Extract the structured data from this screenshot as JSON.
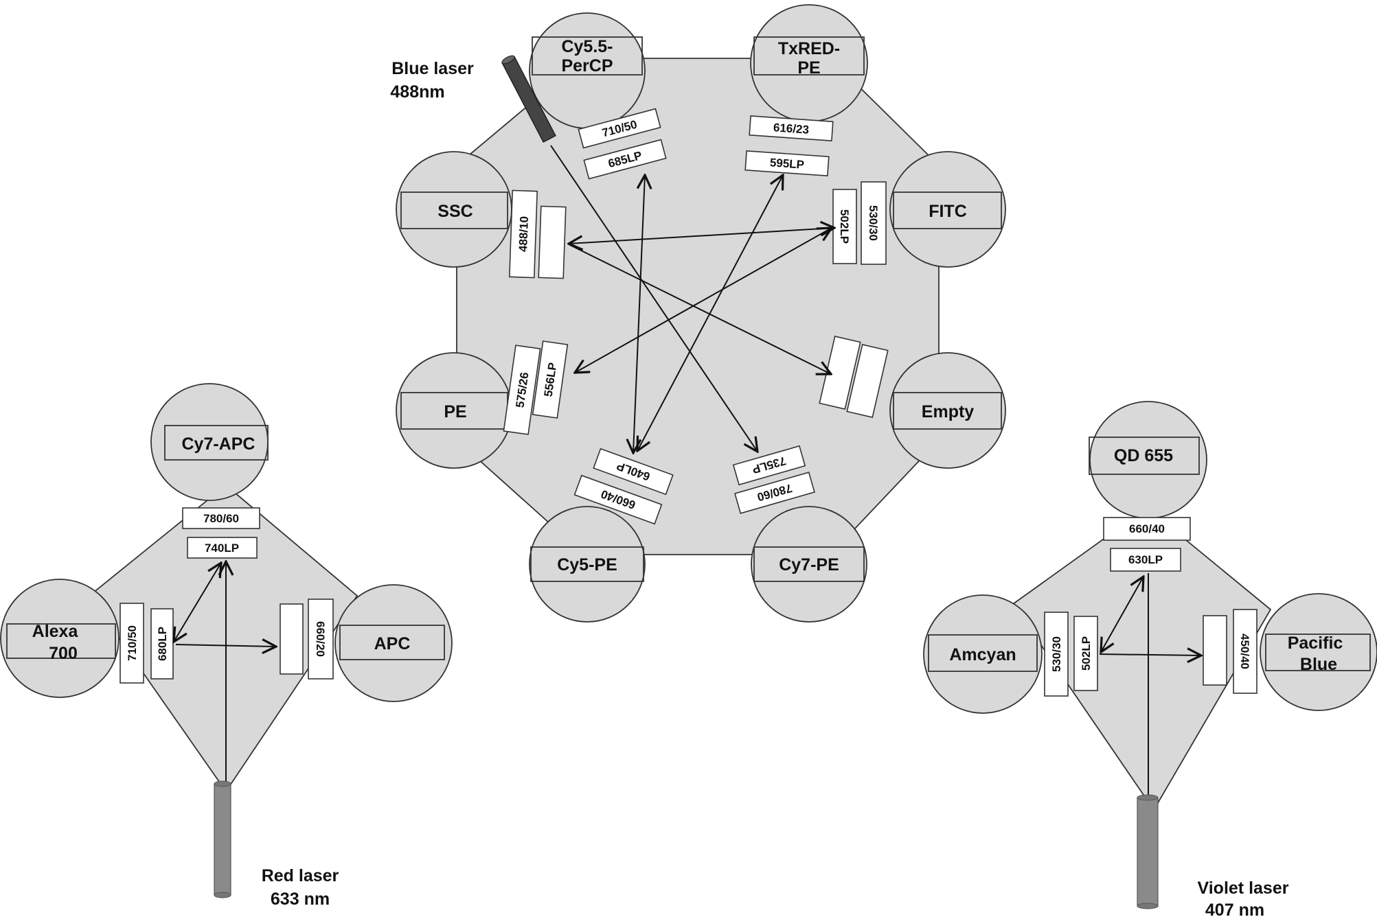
{
  "octagon_array": {
    "laser": {
      "name": "Blue laser",
      "wavelength": "488nm"
    },
    "detectors": [
      {
        "line1": "Cy5.5-",
        "line2": "PerCP"
      },
      {
        "line1": "TxRED-",
        "line2": "PE"
      },
      {
        "line1": "FITC",
        "line2": ""
      },
      {
        "line1": "Empty",
        "line2": ""
      },
      {
        "line1": "Cy7-PE",
        "line2": ""
      },
      {
        "line1": "Cy5-PE",
        "line2": ""
      },
      {
        "line1": "PE",
        "line2": ""
      },
      {
        "line1": "SSC",
        "line2": ""
      }
    ],
    "filters": {
      "percp_bp": "710/50",
      "percp_lp": "685LP",
      "txred_bp": "616/23",
      "txred_lp": "595LP",
      "fitc_lp": "502LP",
      "fitc_bp": "530/30",
      "ssc_bp": "488/10",
      "pe_bp": "575/26",
      "pe_lp": "556LP",
      "cy5pe_lp": "640LP",
      "cy5pe_bp": "660/40",
      "cy7pe_lp": "735LP",
      "cy7pe_bp": "780/60"
    }
  },
  "red_array": {
    "laser": {
      "name": "Red laser",
      "wavelength": "633 nm"
    },
    "detectors": [
      {
        "line1": "Cy7-APC",
        "line2": ""
      },
      {
        "line1": "Alexa",
        "line2": "700"
      },
      {
        "line1": "APC",
        "line2": ""
      }
    ],
    "filters": {
      "top_bp": "780/60",
      "top_lp": "740LP",
      "left_bp": "710/50",
      "left_lp": "680LP",
      "right_bp": "660/20"
    }
  },
  "violet_array": {
    "laser": {
      "name": "Violet laser",
      "wavelength": "407 nm"
    },
    "detectors": [
      {
        "line1": "QD 655",
        "line2": ""
      },
      {
        "line1": "Amcyan",
        "line2": ""
      },
      {
        "line1": "Pacific",
        "line2": "Blue"
      }
    ],
    "filters": {
      "top_bp": "660/40",
      "top_lp": "630LP",
      "left_bp": "530/30",
      "left_lp": "502LP",
      "right_bp": "450/40"
    }
  },
  "colors": {
    "panel_fill": "#d9d9d9",
    "outline": "#333333",
    "laser_blue": "#444444",
    "laser_gray": "#8a8a8a"
  }
}
